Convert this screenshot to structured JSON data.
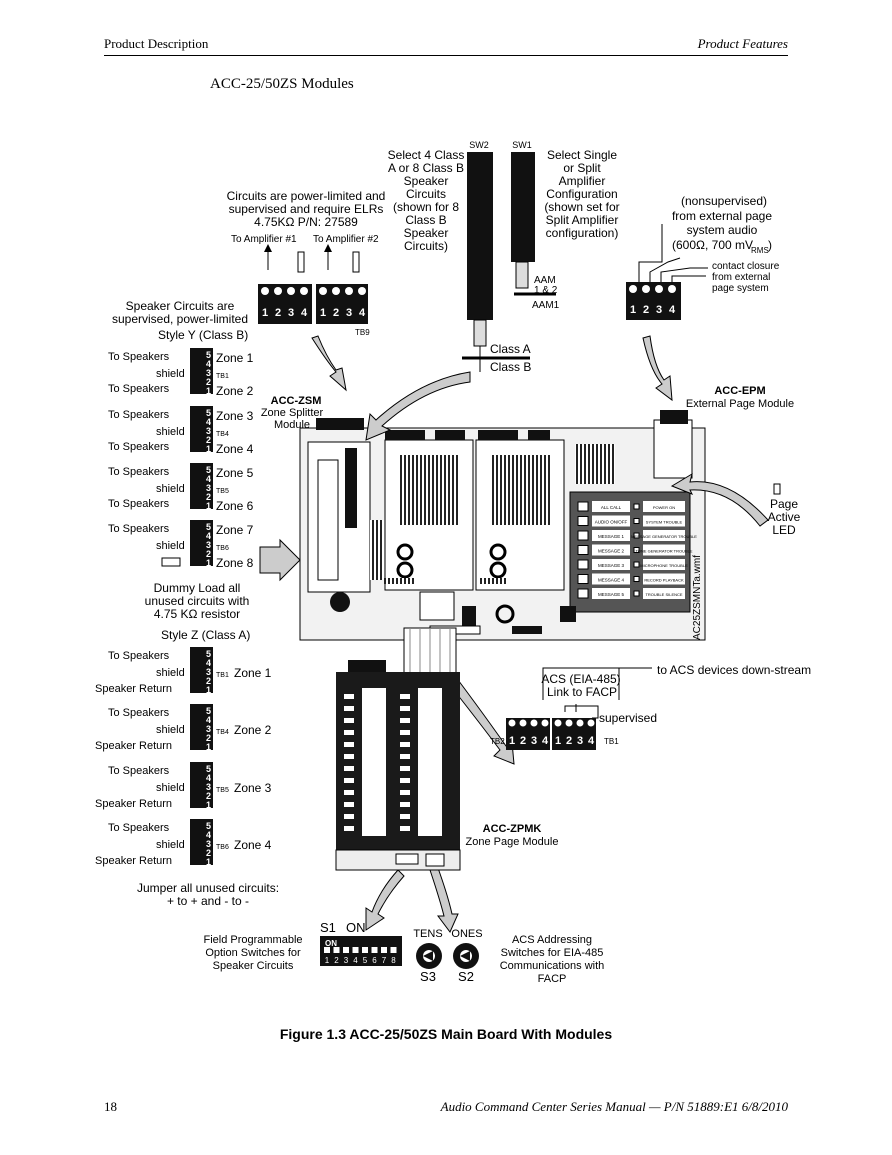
{
  "header": {
    "left": "Product Description",
    "right": "Product Features"
  },
  "section_title": "ACC-25/50ZS Modules",
  "diagram": {
    "sw2_label": "SW2",
    "sw1_label": "SW1",
    "sw2_desc": [
      "Select 4 Class",
      "A or 8 Class B",
      "Speaker",
      "Circuits",
      "(shown for 8",
      "Class B",
      "Speaker",
      "Circuits)"
    ],
    "sw1_desc": [
      "Select Single",
      "or Split",
      "Amplifier",
      "Configuration",
      "(shown set for",
      "Split Amplifier",
      "configuration)"
    ],
    "aam": [
      "AAM",
      "1 & 2",
      "AAM1"
    ],
    "class_a": "Class A",
    "class_b": "Class B",
    "circuits_note": [
      "Circuits are power-limited and",
      "supervised and require ELRs",
      "4.75KΩ  P/N: 27589"
    ],
    "to_amp1": "To Amplifier #1",
    "to_amp2": "To Amplifier #2",
    "tb9": "TB9",
    "tb9_terms": [
      "1",
      "2",
      "3",
      "4",
      "1",
      "2",
      "3",
      "4"
    ],
    "epm_note": [
      "(nonsupervised)",
      "from external page",
      "system audio",
      "(600Ω, 700 mV",
      "RMS",
      ")"
    ],
    "contact_closure": [
      "contact closure",
      "from external",
      "page system"
    ],
    "epm_terms": [
      "1",
      "2",
      "3",
      "4"
    ],
    "speaker_circuits": [
      "Speaker Circuits are",
      "supervised, power-limited"
    ],
    "style_y": "Style Y (Class B)",
    "style_z": "Style Z (Class A)",
    "zsm_title": "ACC-ZSM",
    "zsm_sub": [
      "Zone Splitter",
      "Module"
    ],
    "epm_title": "ACC-EPM",
    "epm_sub": "External Page Module",
    "page_active": [
      "Page",
      "Active",
      "LED"
    ],
    "style_y_blocks": [
      {
        "tb": "TB1",
        "zones": [
          "Zone 1",
          "Zone 2"
        ]
      },
      {
        "tb": "TB4",
        "zones": [
          "Zone 3",
          "Zone 4"
        ]
      },
      {
        "tb": "TB5",
        "zones": [
          "Zone 5",
          "Zone 6"
        ]
      },
      {
        "tb": "TB6",
        "zones": [
          "Zone 7",
          "Zone 8"
        ]
      }
    ],
    "to_speakers": "To Speakers",
    "shield": "shield",
    "speaker_return": "Speaker Return",
    "dummy_load": [
      "Dummy Load all",
      "unused circuits with",
      "4.75 KΩ resistor"
    ],
    "style_z_blocks": [
      {
        "tb": "TB1",
        "zone": "Zone 1"
      },
      {
        "tb": "TB4",
        "zone": "Zone 2"
      },
      {
        "tb": "TB5",
        "zone": "Zone 3"
      },
      {
        "tb": "TB6",
        "zone": "Zone 4"
      }
    ],
    "jumper_note": [
      "Jumper all unused circuits:",
      "+ to + and - to -"
    ],
    "acs_link": [
      "ACS (EIA-485)",
      "Link to FACP"
    ],
    "to_acs": "to ACS devices down-stream",
    "supervised": "supervised",
    "tb2": "TB2",
    "tb1": "TB1",
    "zpmk_title": "ACC-ZPMK",
    "zpmk_sub": "Zone Page Module",
    "s1_on": [
      "S1",
      "ON"
    ],
    "field_prog": [
      "Field Programmable",
      "Option Switches for",
      "Speaker Circuits"
    ],
    "tens": "TENS",
    "ones": "ONES",
    "s3": "S3",
    "s2": "S2",
    "acs_addr": [
      "ACS Addressing",
      "Switches for EIA-485",
      "Communications with",
      "FACP"
    ],
    "dip_on": "ON",
    "dip_numbers": [
      "1",
      "2",
      "3",
      "4",
      "5",
      "6",
      "7",
      "8"
    ],
    "filename": "AC25ZSMNTa.wmf",
    "panel_buttons": [
      "ALL CALL",
      "AUDIO ON/OFF",
      "MESSAGE 1",
      "MESSAGE 2",
      "MESSAGE 3",
      "MESSAGE 4",
      "MESSAGE 5"
    ],
    "panel_status": [
      "POWER ON",
      "SYSTEM TROUBLE",
      "MESSAGE GENERATOR TROUBLE",
      "TONE GENERATOR TROUBLE",
      "MICROPHONE TROUBLE",
      "RECORD PLAYBACK",
      "TROUBLE SILENCE"
    ]
  },
  "caption": "Figure 1.3  ACC-25/50ZS Main Board With Modules",
  "footer": {
    "left": "18",
    "right": "Audio Command Center Series Manual — P/N 51889:E1  6/8/2010"
  }
}
